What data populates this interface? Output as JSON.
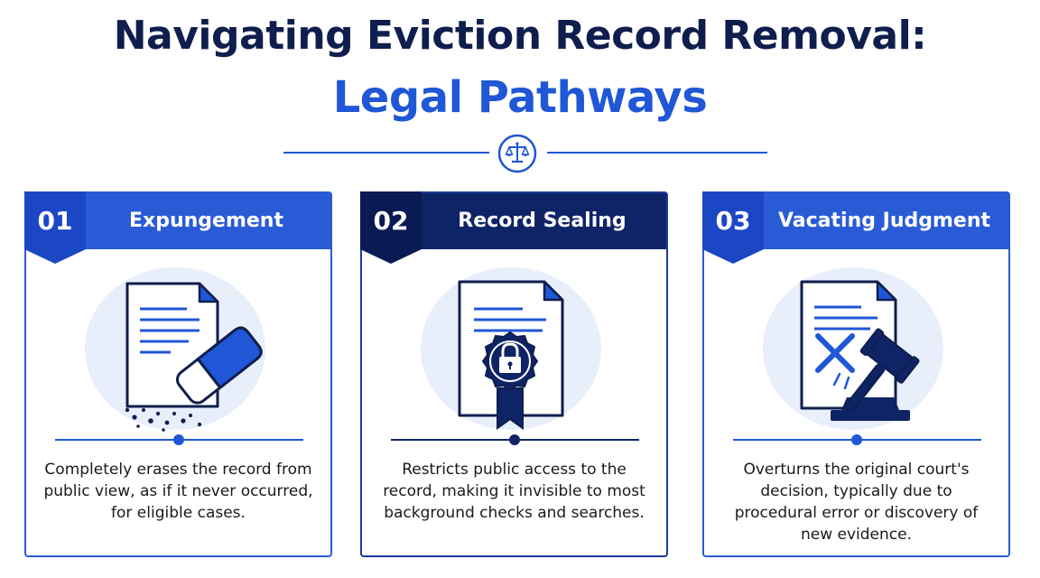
{
  "title": {
    "line1": "Navigating Eviction Record Removal:",
    "line2": "Legal Pathways"
  },
  "divider": {
    "icon": "scales-of-justice-icon"
  },
  "colors": {
    "navy": "#0f1e4d",
    "blue": "#1f57d6",
    "dark_blue": "#0f2466",
    "light_circle": "#e9eefb"
  },
  "cards": [
    {
      "number": "01",
      "label": "Expungement",
      "icon": "document-eraser-icon",
      "description": "Completely erases the record from public view, as if it never occurred, for eligible cases."
    },
    {
      "number": "02",
      "label": "Record Sealing",
      "icon": "document-lock-seal-icon",
      "description": "Restricts public access to the record, making it invisible to most background checks and searches."
    },
    {
      "number": "03",
      "label": "Vacating Judgment",
      "icon": "document-gavel-icon",
      "description": "Overturns the original court's decision, typically due to procedural error or discovery of new evidence."
    }
  ]
}
